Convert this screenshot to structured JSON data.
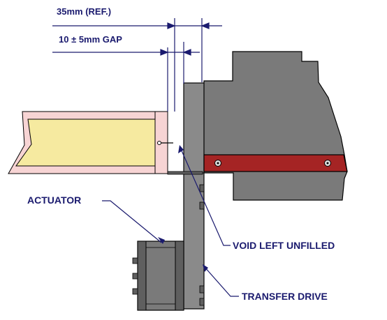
{
  "dimensions": {
    "ref_label": "35mm (REF.)",
    "gap_label": "10 ± 5mm GAP"
  },
  "callouts": {
    "actuator": "ACTUATOR",
    "void": "VOID LEFT UNFILLED",
    "transfer_drive": "TRANSFER DRIVE"
  },
  "colors": {
    "dim_line": "#1a1a6e",
    "body_gray": "#7a7a7a",
    "dark_gray": "#5f5f5f",
    "insulation_yellow": "#f6eaa0",
    "panel_pink": "#f7d4d4",
    "strap_red": "#a52424"
  }
}
